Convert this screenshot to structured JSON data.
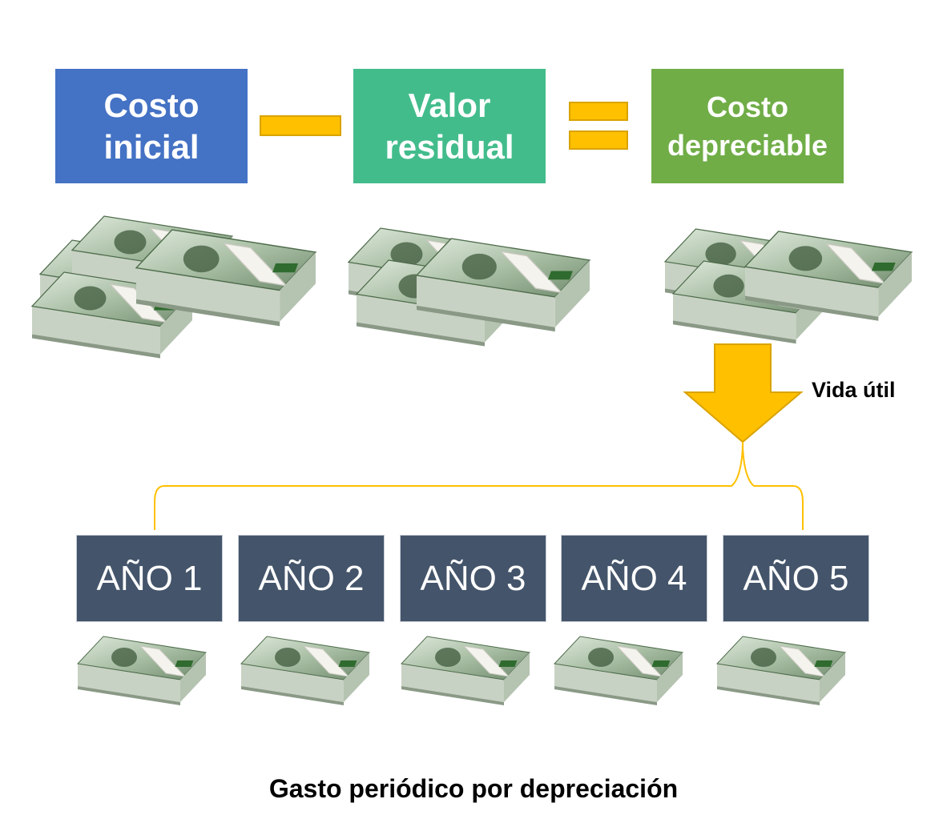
{
  "equation": {
    "term1": {
      "line1": "Costo",
      "line2": "inicial",
      "color": "#4472c4"
    },
    "operator1": "minus",
    "term2": {
      "line1": "Valor",
      "line2": "residual",
      "color": "#43bc8c"
    },
    "operator2": "equals",
    "result": {
      "line1": "Costo",
      "line2": "depreciable",
      "color": "#70ad47"
    }
  },
  "arrow": {
    "label": "Vida útil",
    "color": "#ffc000"
  },
  "years": [
    {
      "label": "AÑO 1"
    },
    {
      "label": "AÑO 2"
    },
    {
      "label": "AÑO 3"
    },
    {
      "label": "AÑO 4"
    },
    {
      "label": "AÑO 5"
    }
  ],
  "year_box_color": "#44546a",
  "caption": "Gasto periódico por depreciación",
  "icons": [
    "money-stack-icon",
    "money-bundle-icon",
    "down-arrow-icon",
    "bracket-connector"
  ]
}
